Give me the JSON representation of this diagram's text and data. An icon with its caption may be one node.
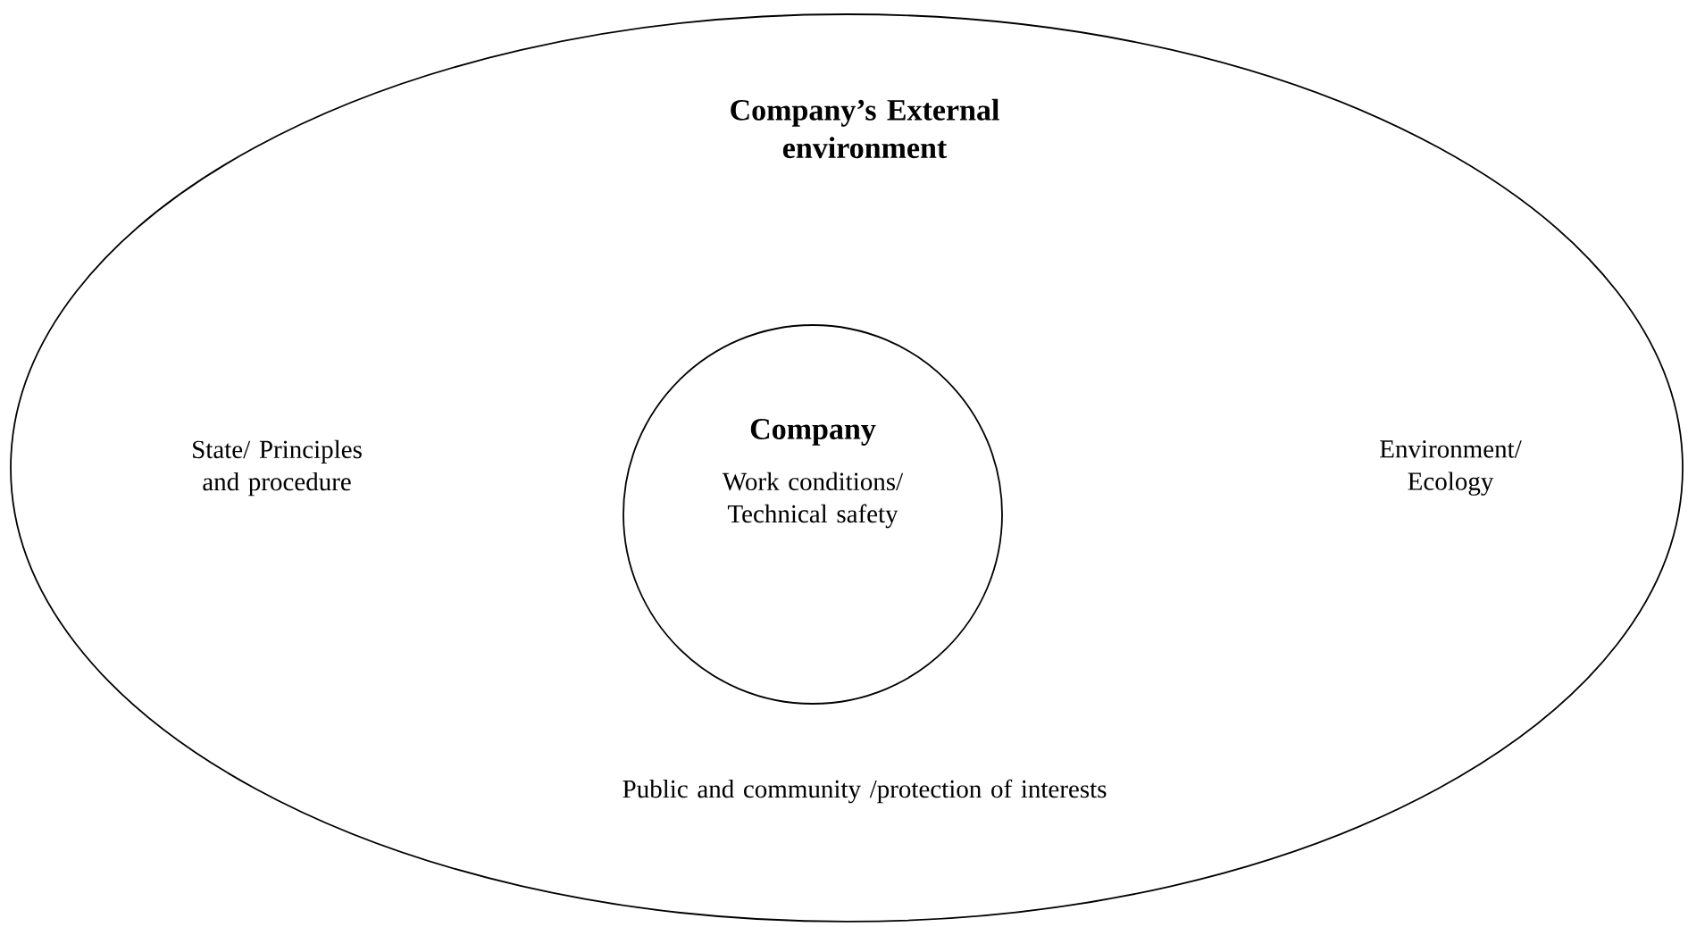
{
  "diagram": {
    "nodes": [
      {
        "text": [
          "Company’s External environment",
          "State/ Principles and procedure",
          "Environment/ Ecology",
          "Public and community /protection of interests"
        ]
      },
      {
        "text": [
          "Company",
          "Work conditions/ Technical safety"
        ],
        "in": 0
      }
    ]
  }
}
